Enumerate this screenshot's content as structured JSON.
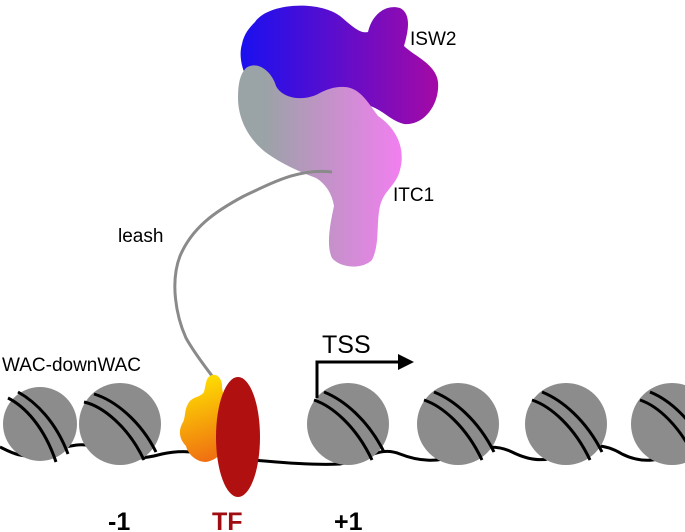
{
  "labels": {
    "isw2": "ISW2",
    "itc1": "ITC1",
    "leash": "leash",
    "wac": "WAC-downWAC",
    "tss": "TSS",
    "minus1": "-1",
    "tf": "TF",
    "plus1": "+1"
  },
  "colors": {
    "isw2_start": "#1a10f0",
    "isw2_end": "#a40aa6",
    "itc1_start": "#9aa3a6",
    "itc1_end": "#f27ff0",
    "nucleosome": "#8c8c8c",
    "leash": "#8a8a8a",
    "wac_start": "#ffe000",
    "wac_end": "#f07a10",
    "tf": "#b01010",
    "tf_label": "#a00d10"
  }
}
